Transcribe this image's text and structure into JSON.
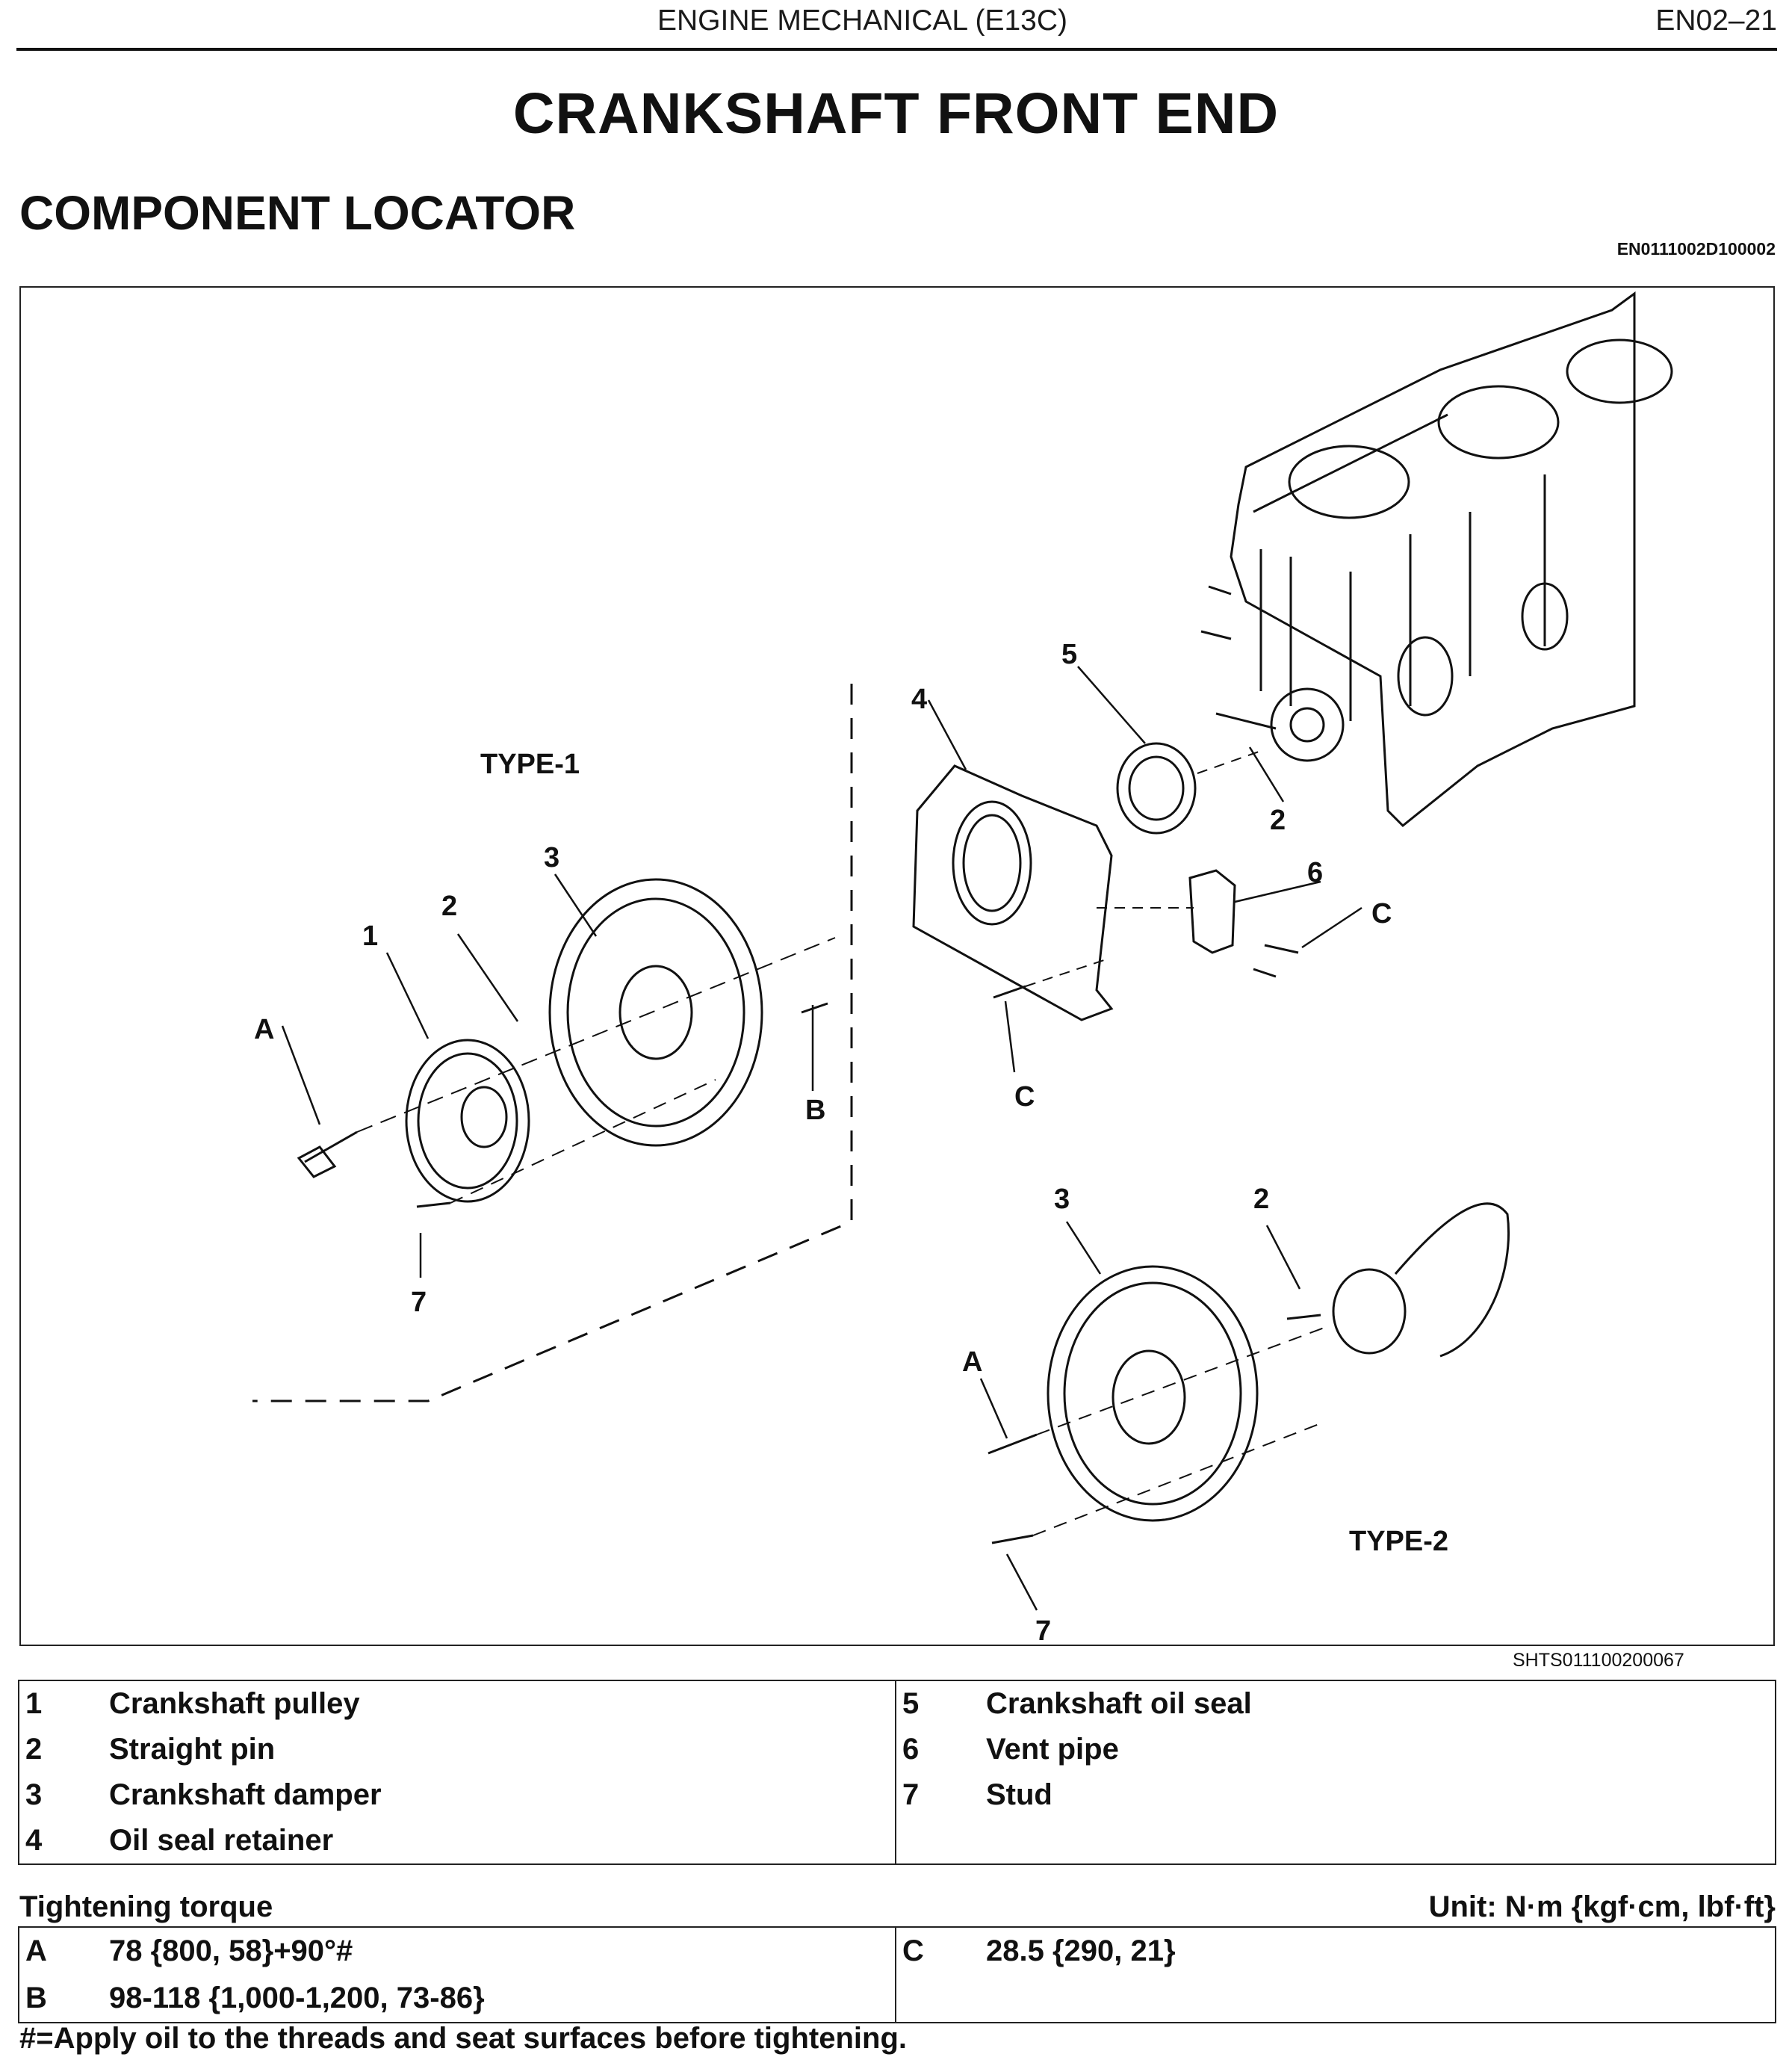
{
  "header": {
    "section": "ENGINE MECHANICAL (E13C)",
    "page": "EN02–21"
  },
  "title": "CRANKSHAFT FRONT END",
  "section_title": "COMPONENT LOCATOR",
  "doc_code": "EN0111002D100002",
  "figure": {
    "code": "SHTS011100200067",
    "type1_label": "TYPE-1",
    "type2_label": "TYPE-2",
    "callouts": {
      "c1": "1",
      "c2": "2",
      "c3": "3",
      "c4": "4",
      "c5": "5",
      "c6": "6",
      "c7": "7",
      "ca": "A",
      "cb": "B",
      "cc": "C"
    }
  },
  "legend": [
    {
      "num": "1",
      "label": "Crankshaft pulley"
    },
    {
      "num": "2",
      "label": "Straight pin"
    },
    {
      "num": "3",
      "label": "Crankshaft damper"
    },
    {
      "num": "4",
      "label": "Oil seal retainer"
    },
    {
      "num": "5",
      "label": "Crankshaft oil seal"
    },
    {
      "num": "6",
      "label": "Vent pipe"
    },
    {
      "num": "7",
      "label": "Stud"
    }
  ],
  "torque": {
    "heading": "Tightening torque",
    "unit": "Unit: N·m {kgf·cm, lbf·ft}",
    "rows": [
      {
        "key": "A",
        "value": "78 {800, 58}+90°#"
      },
      {
        "key": "B",
        "value": "98-118 {1,000-1,200, 73-86}"
      },
      {
        "key": "C",
        "value": "28.5 {290, 21}"
      }
    ]
  },
  "footnote": "#=Apply oil to the threads and seat surfaces before tightening."
}
